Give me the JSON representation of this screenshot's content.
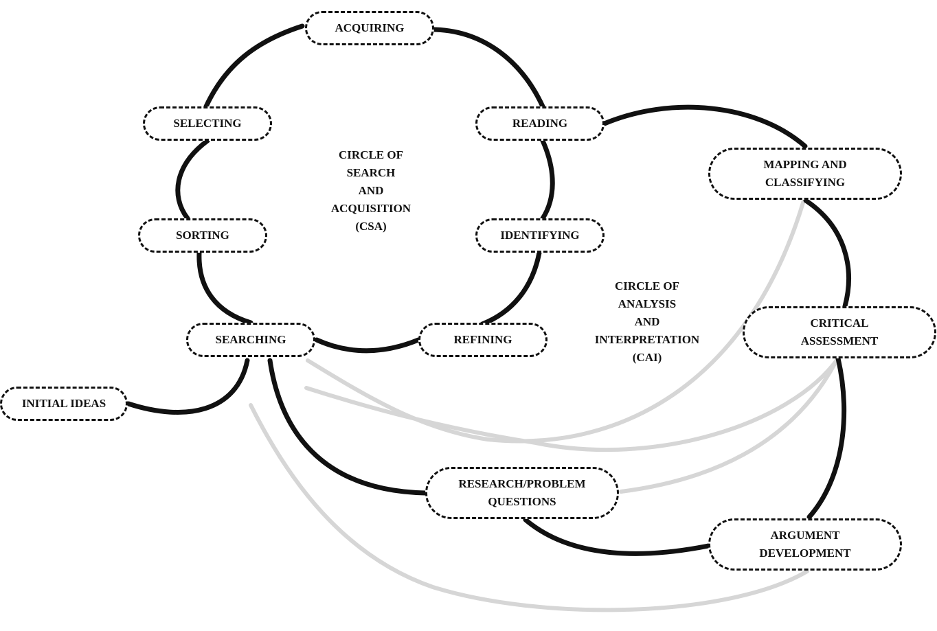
{
  "colors": {
    "primary_flow": "#111111",
    "feedback_flow": "#d6d6d6",
    "node_border": "#111111",
    "background": "#ffffff"
  },
  "nodes": {
    "acquiring": "ACQUIRING",
    "reading": "READING",
    "selecting": "SELECTING",
    "sorting": "SORTING",
    "identifying": "IDENTIFYING",
    "searching": "SEARCHING",
    "refining": "REFINING",
    "initial_ideas": "INITIAL IDEAS",
    "mapping": "MAPPING AND\nCLASSIFYING",
    "critical": "CRITICAL\nASSESSMENT",
    "research": "RESEARCH/PROBLEM\nQUESTIONS",
    "argument": "ARGUMENT\nDEVELOPMENT"
  },
  "circles": {
    "csa": "CIRCLE OF\nSEARCH\nAND\nACQUISITION\n(CSA)",
    "cai": "CIRCLE OF\nANALYSIS\nAND\nINTERPRETATION\n(CAI)"
  }
}
